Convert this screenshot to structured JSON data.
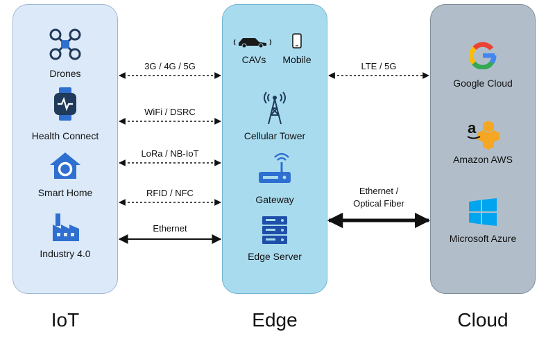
{
  "iot": {
    "title": "IoT",
    "items": [
      {
        "label": "Drones",
        "icon": "drone-icon"
      },
      {
        "label": "Health Connect",
        "icon": "smartwatch-icon"
      },
      {
        "label": "Smart Home",
        "icon": "smart-home-icon"
      },
      {
        "label": "Industry 4.0",
        "icon": "factory-icon"
      }
    ]
  },
  "edge": {
    "title": "Edge",
    "items": [
      {
        "label": "CAVs",
        "icon": "car-icon"
      },
      {
        "label": "Mobile",
        "icon": "mobile-phone-icon"
      },
      {
        "label": "Cellular Tower",
        "icon": "cell-tower-icon"
      },
      {
        "label": "Gateway",
        "icon": "router-icon"
      },
      {
        "label": "Edge Server",
        "icon": "server-icon"
      }
    ]
  },
  "cloud": {
    "title": "Cloud",
    "items": [
      {
        "label": "Google Cloud",
        "icon": "google-icon"
      },
      {
        "label": "Amazon AWS",
        "icon": "aws-icon"
      },
      {
        "label": "Microsoft Azure",
        "icon": "windows-icon"
      }
    ]
  },
  "connections": {
    "iot_edge": [
      "3G / 4G / 5G",
      "WiFi / DSRC",
      "LoRa / NB-IoT",
      "RFID / NFC",
      "Ethernet"
    ],
    "edge_cloud": [
      "LTE / 5G",
      "Ethernet /",
      "Optical Fiber"
    ]
  },
  "colors": {
    "iot_bg": "#dce9f9",
    "edge_bg": "#a9dbef",
    "cloud_bg": "#b1bec9",
    "icon_dark": "#1f3a5a",
    "icon_blue": "#2e6fd0",
    "google_blue": "#4285f4",
    "google_red": "#ea4335",
    "google_yellow": "#fbbc05",
    "google_green": "#34a853",
    "aws_orange": "#f5a623",
    "azure_blue": "#00a4ef"
  }
}
